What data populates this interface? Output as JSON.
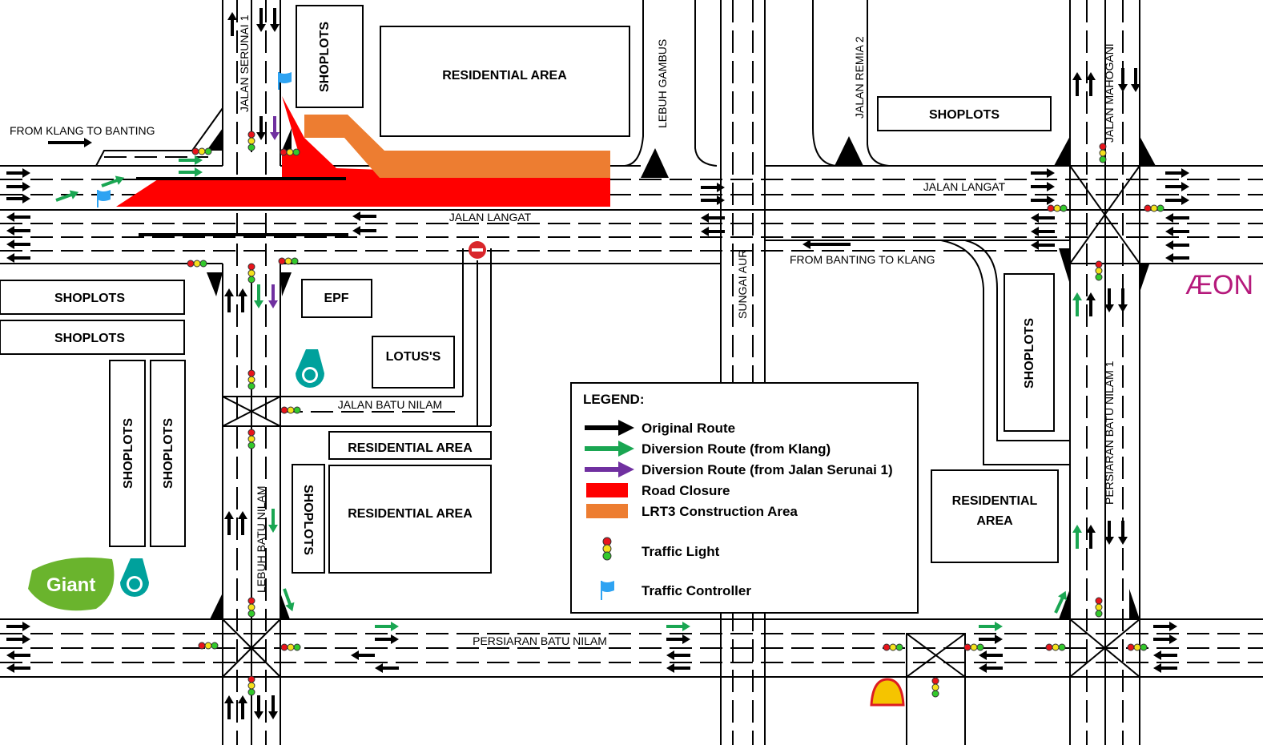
{
  "roads": {
    "jalan_langat_1": "JALAN LANGAT",
    "jalan_langat_2": "JALAN LANGAT",
    "jalan_serunai_1": "JALAN SERUNAI 1",
    "lebuh_gambus": "LEBUH GAMBUS",
    "jalan_remia_2": "JALAN REMIA 2",
    "jalan_mahogani": "JALAN MAHOGANI",
    "sungai_aur": "SUNGAI AUR",
    "jalan_batu_nilam": "JALAN BATU NILAM",
    "lebuh_batu_nilam": "LEBUH BATU NILAM",
    "persiaran_batu_nilam": "PERSIARAN BATU NILAM",
    "persiaran_batu_nilam_1": "PERSIARAN BATU NILAM 1"
  },
  "directions": {
    "klang_to_banting": "FROM KLANG TO BANTING",
    "banting_to_klang": "FROM BANTING TO KLANG"
  },
  "places": {
    "shoplots_top": "SHOPLOTS",
    "residential_top": "RESIDENTIAL AREA",
    "shoplots_top_right": "SHOPLOTS",
    "shoplots_left_1": "SHOPLOTS",
    "shoplots_left_2": "SHOPLOTS",
    "shoplots_vert_1": "SHOPLOTS",
    "shoplots_vert_2": "SHOPLOTS",
    "epf": "EPF",
    "lotus": "LOTUS'S",
    "residential_mid": "RESIDENTIAL AREA",
    "residential_lower": "RESIDENTIAL AREA",
    "shoplots_mid_vert": "SHOPLOTS",
    "shoplots_right_vert": "SHOPLOTS",
    "residential_right": "RESIDENTIAL AREA"
  },
  "brands": {
    "giant": "Giant",
    "aeon": "ÆON"
  },
  "legend": {
    "title": "LEGEND:",
    "items": [
      {
        "label": "Original Route",
        "color": "#000000",
        "icon": "arrow"
      },
      {
        "label": "Diversion Route (from Klang)",
        "color": "#1aa652",
        "icon": "arrow"
      },
      {
        "label": "Diversion Route (from Jalan Serunai 1)",
        "color": "#7030a0",
        "icon": "arrow"
      },
      {
        "label": "Road Closure",
        "color": "#ff0000",
        "icon": "swatch"
      },
      {
        "label": "LRT3 Construction Area",
        "color": "#ed7d31",
        "icon": "swatch"
      },
      {
        "label": "Traffic Light",
        "icon": "traffic-light"
      },
      {
        "label": "Traffic Controller",
        "color": "#2ea3f2",
        "icon": "flag"
      }
    ]
  },
  "colors": {
    "closure": "#ff0000",
    "construction": "#ed7d31",
    "diversion_klang": "#1aa652",
    "diversion_serunai": "#7030a0",
    "controller": "#2ea3f2",
    "petronas": "#00a19c",
    "giant": "#6ab42d",
    "aeon": "#b5197b"
  }
}
